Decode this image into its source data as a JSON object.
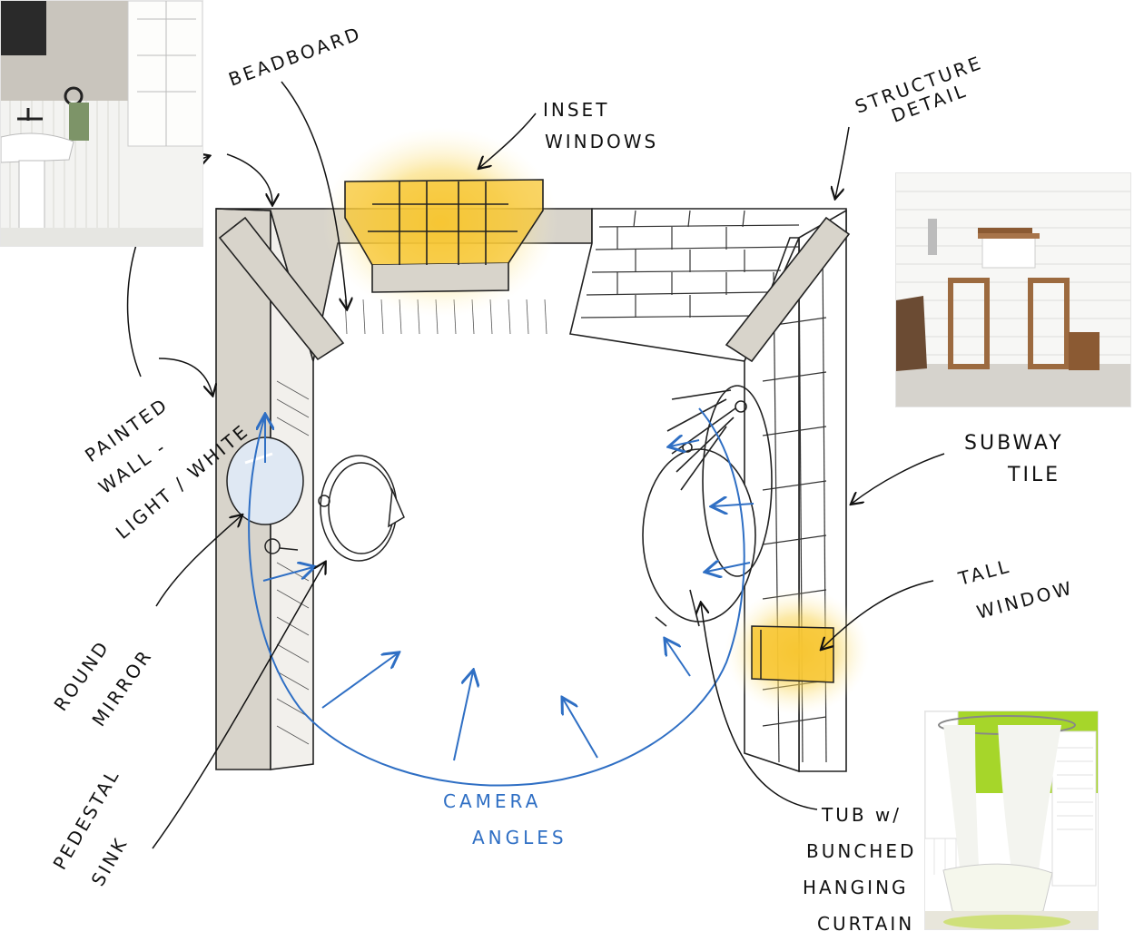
{
  "labels": {
    "beadboard": "BEADBOARD",
    "inset_windows": [
      "INSET",
      "WINDOWS"
    ],
    "structure_detail": [
      "STRUCTURE",
      "DETAIL"
    ],
    "painted_wall": [
      "PAINTED",
      "WALL -",
      "LIGHT / WHITE"
    ],
    "subway_tile": [
      "SUBWAY",
      "TILE"
    ],
    "tall_window": [
      "TALL",
      "WINDOW"
    ],
    "round_mirror": [
      "ROUND",
      "MIRROR"
    ],
    "pedestal_sink": [
      "PEDESTAL",
      "SINK"
    ],
    "tub": [
      "TUB w/",
      "BUNCHED",
      "HANGING",
      "CURTAIN"
    ],
    "camera_angles": [
      "CAMERA",
      "ANGLES"
    ]
  },
  "colors": {
    "wall_gray": "#d8d4cb",
    "ink": "#111111",
    "camera_blue": "#2f6fc4",
    "window_glow": "#f7c531",
    "accent_green": "#a6d62a"
  },
  "photos": [
    {
      "name": "beadboard-bathroom-photo"
    },
    {
      "name": "subway-tile-bathroom-photo"
    },
    {
      "name": "clawfoot-tub-photo"
    }
  ]
}
